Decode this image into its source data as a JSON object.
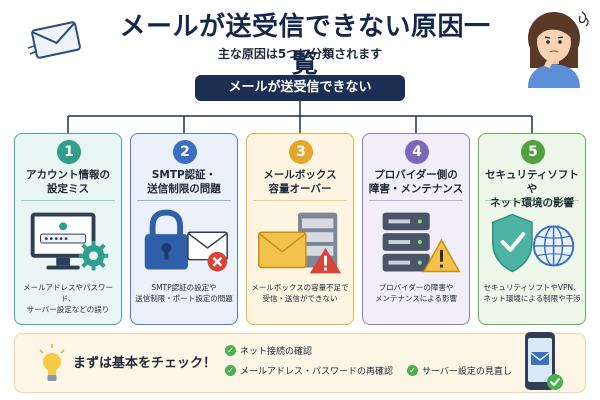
{
  "title": "メールが送受信できない原因一覧",
  "subtitle": "主な原因は5つに分類されます",
  "center_label": "メールが送受信できない",
  "causes": [
    {
      "num": "1",
      "heading": "アカウント情報の\n設定ミス",
      "desc": "メールアドレスやパスワード、\nサーバー設定などの誤り",
      "icon": "monitor-login-gear-icon"
    },
    {
      "num": "2",
      "heading": "SMTP認証・\n送信制限の問題",
      "desc": "SMTP認証の設定や\n送信制限・ポート設定の問題",
      "icon": "padlock-envelope-icon"
    },
    {
      "num": "3",
      "heading": "メールボックス\n容量オーバー",
      "desc": "メールボックスの容量不足で\n受信・送信ができない",
      "icon": "envelope-storage-warning-icon"
    },
    {
      "num": "4",
      "heading": "プロバイダー側の\n障害・メンテナンス",
      "desc": "プロバイダーの障害や\nメンテナンスによる影響",
      "icon": "server-warning-icon"
    },
    {
      "num": "5",
      "heading": "セキュリティソフトや\nネット環境の影響",
      "desc": "セキュリティソフトやVPN、\nネット環境による制限や干渉",
      "icon": "shield-globe-icon"
    }
  ],
  "checklist": {
    "title": "まずは基本をチェック！",
    "items": [
      "ネット接続の確認",
      "メールアドレス・パスワードの再確認",
      "サーバー設定の見直し"
    ]
  }
}
